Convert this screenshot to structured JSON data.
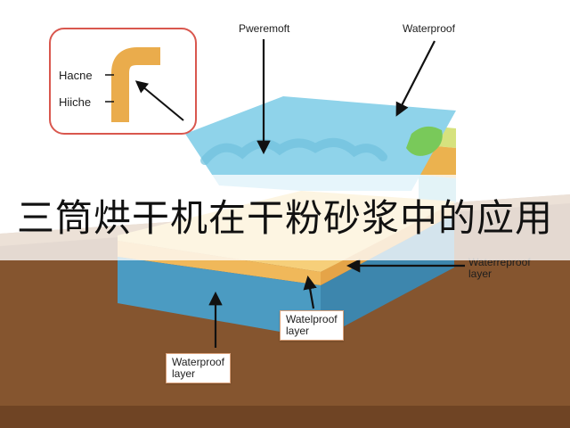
{
  "inset": {
    "label_top": "Hacne",
    "label_bottom": "Hiiche"
  },
  "labels": {
    "top_left": "Pweremoft",
    "top_right": "Waterproof",
    "right_line1": "Waterreproof",
    "right_line2": "layer",
    "center_line1": "Watelproof",
    "center_line2": "layer",
    "bottom_line1": "Waterproof",
    "bottom_line2": "layer"
  },
  "banner": {
    "title": "三筒烘干机在干粉砂浆中的应用"
  },
  "colors": {
    "soil": "#85552f",
    "water_top": "#8fd3ea",
    "yellow_layer": "#f5c56a",
    "blue_layer": "#4ea3c8",
    "green_patch": "#79c95a",
    "inset_border": "#d9574e",
    "inset_pipe": "#eaac4c"
  }
}
